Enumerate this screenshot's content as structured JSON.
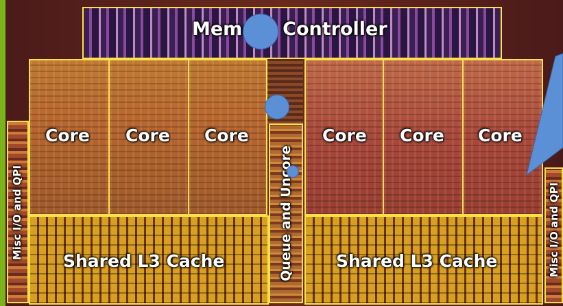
{
  "diagram": {
    "memory_controller": {
      "label": "Memory Controller"
    },
    "cores": [
      {
        "label": "Core"
      },
      {
        "label": "Core"
      },
      {
        "label": "Core"
      },
      {
        "label": "Core"
      },
      {
        "label": "Core"
      },
      {
        "label": "Core"
      }
    ],
    "queue_uncore": {
      "label": "Queue and Uncore"
    },
    "l3_left": {
      "label": "Shared L3 Cache"
    },
    "l3_right": {
      "label": "Shared L3 Cache"
    },
    "misc_left": {
      "label": "Misc I/O and QPI"
    },
    "misc_right": {
      "label": "Misc I/O and QPI"
    }
  },
  "colors": {
    "outline": "#ffe24a",
    "bubble": "#5b8fd6",
    "frame": "#7bb31a"
  }
}
